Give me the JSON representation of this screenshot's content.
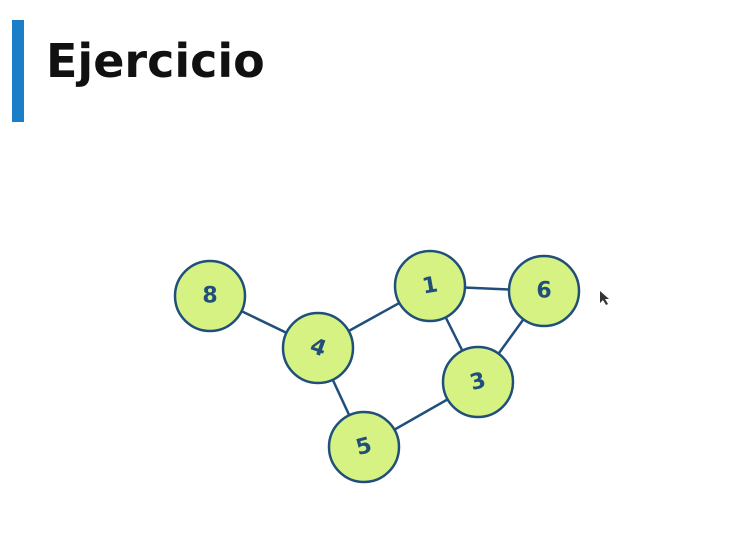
{
  "slide": {
    "title": "Ejercicio",
    "accent_color": "#1a7fc8"
  },
  "graph": {
    "node_fill": "#d6f283",
    "stroke_color": "#1f4f7a",
    "nodes": [
      {
        "id": "8",
        "label": "8"
      },
      {
        "id": "4",
        "label": "4"
      },
      {
        "id": "1",
        "label": "1"
      },
      {
        "id": "6",
        "label": "6"
      },
      {
        "id": "3",
        "label": "3"
      },
      {
        "id": "5",
        "label": "5"
      }
    ],
    "edges": [
      [
        "8",
        "4"
      ],
      [
        "4",
        "1"
      ],
      [
        "4",
        "5"
      ],
      [
        "1",
        "6"
      ],
      [
        "1",
        "3"
      ],
      [
        "6",
        "3"
      ],
      [
        "5",
        "3"
      ]
    ]
  }
}
